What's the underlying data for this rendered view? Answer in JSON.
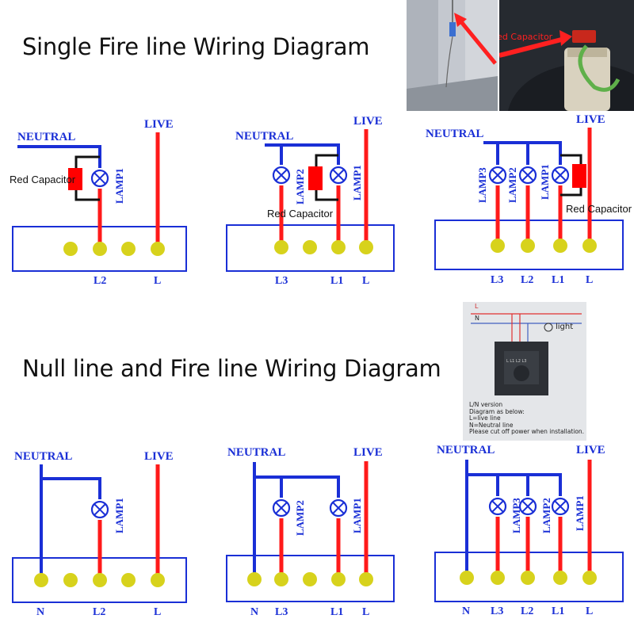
{
  "headings": {
    "single": "Single Fire line Wiring Diagram",
    "null": "Null line and Fire line Wiring Diagram"
  },
  "labels": {
    "neutral": "NEUTRAL",
    "live": "LIVE",
    "red_capacitor": "Red Capacitor",
    "lamp1": "LAMP1",
    "lamp2": "LAMP2",
    "lamp3": "LAMP3",
    "terminal_n": "N",
    "terminal_l": "L",
    "terminal_l1": "L1",
    "terminal_l2": "L2",
    "terminal_l3": "L3"
  },
  "photos": {
    "ceiling_red_text": "Red Capacitor",
    "switch_photo": {
      "l_mark": "L",
      "n_mark": "N",
      "light_label": "light",
      "switch_terminals": "L  L1 L2 L3",
      "caption_lines": [
        "L/N version",
        "Diagram as below:",
        "L=live line",
        "N=Neutral line",
        "Please cut off power when installation."
      ]
    }
  },
  "colors": {
    "neutral_wire": "#1a2fd6",
    "live_wire": "#ff1a1a",
    "terminal": "#d7d21c",
    "capacitor": "#ff0000",
    "lamp": "#1a2fd6",
    "box_border": "#1a2fd6",
    "photo_arrow": "#ff2020"
  },
  "icons": [
    "lamp-icon",
    "capacitor-icon",
    "terminal-dot-icon",
    "arrow-icon",
    "light-bulb-icon"
  ]
}
